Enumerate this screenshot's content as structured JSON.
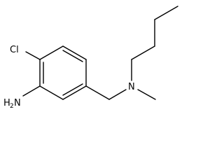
{
  "molecule": {
    "atoms": {
      "chlorine": "Cl",
      "amine_h": "H",
      "amine_h_count": "2",
      "amine_n": "N",
      "tertiary_n": "N"
    }
  }
}
